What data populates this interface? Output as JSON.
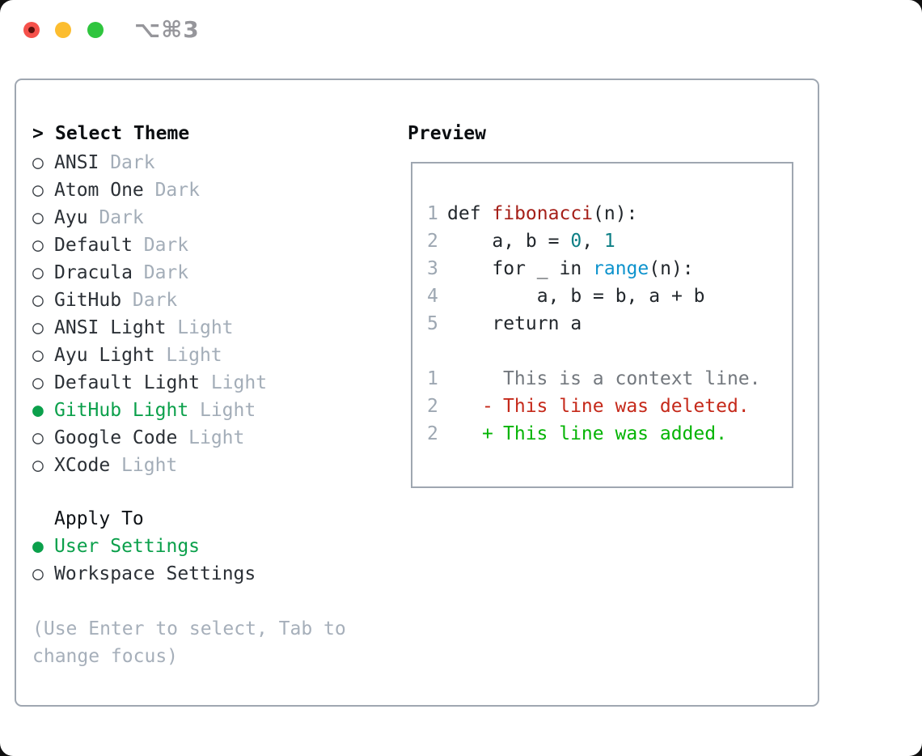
{
  "window": {
    "title_shortcut": "⌥⌘3",
    "traffic_lights": {
      "close_color": "#f5514b",
      "minimize_color": "#fcbd2f",
      "zoom_color": "#2fc53e"
    }
  },
  "colors": {
    "selected_green": "#0ba04b",
    "added_green": "#04b404",
    "deleted_red": "#c5291a",
    "context_gray": "#73787e",
    "variant_gray": "#a3adb8",
    "line_number_gray": "#9da7b2",
    "code_title_red": "#a52019",
    "code_number_teal": "#0d7f85",
    "code_builtin_blue": "#0e93cd",
    "panel_border": "#9fa7b1"
  },
  "theme_picker": {
    "prompt_marker": ">",
    "title": "Select Theme",
    "items": [
      {
        "marker": "○",
        "name": "ANSI",
        "variant": "Dark",
        "selected": false
      },
      {
        "marker": "○",
        "name": "Atom One",
        "variant": "Dark",
        "selected": false
      },
      {
        "marker": "○",
        "name": "Ayu",
        "variant": "Dark",
        "selected": false
      },
      {
        "marker": "○",
        "name": "Default",
        "variant": "Dark",
        "selected": false
      },
      {
        "marker": "○",
        "name": "Dracula",
        "variant": "Dark",
        "selected": false
      },
      {
        "marker": "○",
        "name": "GitHub",
        "variant": "Dark",
        "selected": false
      },
      {
        "marker": "○",
        "name": "ANSI Light",
        "variant": "Light",
        "selected": false
      },
      {
        "marker": "○",
        "name": "Ayu Light",
        "variant": "Light",
        "selected": false
      },
      {
        "marker": "○",
        "name": "Default Light",
        "variant": "Light",
        "selected": false
      },
      {
        "marker": "●",
        "name": "GitHub Light",
        "variant": "Light",
        "selected": true
      },
      {
        "marker": "○",
        "name": "Google Code",
        "variant": "Light",
        "selected": false
      },
      {
        "marker": "○",
        "name": "XCode",
        "variant": "Light",
        "selected": false
      }
    ],
    "apply_to": {
      "label": "Apply To",
      "options": [
        {
          "marker": "●",
          "name": "User Settings",
          "selected": true
        },
        {
          "marker": "○",
          "name": "Workspace Settings",
          "selected": false
        }
      ]
    },
    "hint": "(Use Enter to select, Tab to change focus)"
  },
  "preview": {
    "label": "Preview",
    "code_lines": [
      {
        "num": "1",
        "segments": [
          {
            "t": "def "
          },
          {
            "t": "fibonacci"
          },
          {
            "t": "(n):"
          }
        ]
      },
      {
        "num": "2",
        "segments": [
          {
            "t": "    a, b = "
          },
          {
            "t": "0"
          },
          {
            "t": ", "
          },
          {
            "t": "1"
          }
        ]
      },
      {
        "num": "3",
        "segments": [
          {
            "t": "    for _ in "
          },
          {
            "t": "range"
          },
          {
            "t": "(n):"
          }
        ]
      },
      {
        "num": "4",
        "segments": [
          {
            "t": "        a, b = b, a + b"
          }
        ]
      },
      {
        "num": "5",
        "segments": [
          {
            "t": "    return a"
          }
        ]
      }
    ],
    "diff_lines": [
      {
        "num": "1",
        "marker": " ",
        "text": "This is a context line.",
        "type": "context"
      },
      {
        "num": "2",
        "marker": "-",
        "text": "This line was deleted.",
        "type": "deleted"
      },
      {
        "num": "2",
        "marker": "+",
        "text": "This line was added.",
        "type": "added"
      }
    ]
  }
}
